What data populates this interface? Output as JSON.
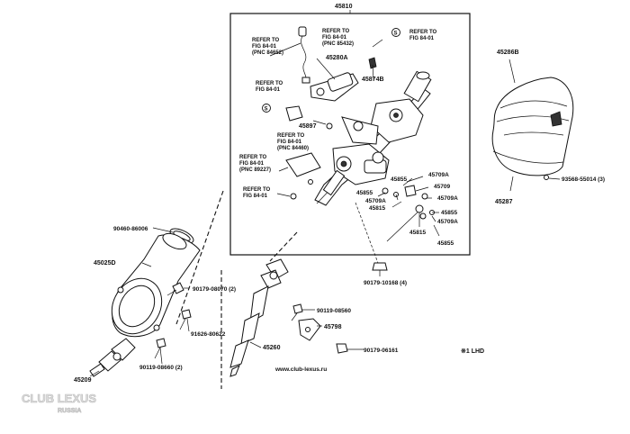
{
  "main_assembly_number": "45810",
  "note": "※1 LHD",
  "website": "www.club-lexus.ru",
  "watermark": {
    "line1": "CLUB LEXUS",
    "line2": "RUSSIA"
  },
  "refs": {
    "r1": {
      "l1": "REFER TO",
      "l2": "FIG 84-01",
      "l3": "(PNC 84652)"
    },
    "r2": {
      "l1": "REFER TO",
      "l2": "FIG 84-01",
      "l3": "(PNC 85432)"
    },
    "r3": {
      "l1": "S",
      "l2": "REFER TO",
      "l3": "FIG 84-01"
    },
    "r4": {
      "l1": "REFER TO",
      "l2": "FIG 84-01"
    },
    "r5": {
      "l1": "REFER TO",
      "l2": "FIG 84-01",
      "l3": "(PNC 84460)"
    },
    "r6": {
      "l1": "REFER TO",
      "l2": "FIG 84-01",
      "l3": "(PNC 89227)"
    },
    "r7": {
      "l1": "REFER TO",
      "l2": "FIG 84-01"
    }
  },
  "labels": {
    "p45280A": "45280A",
    "p45874B": "45874B",
    "p45897": "45897",
    "p45286B": "45286B",
    "p45287": "45287",
    "p93568": "93568-55014 (3)",
    "p45855a": "45855",
    "p45709Aa": "45709A",
    "p45709": "45709",
    "p45855b": "45855",
    "p45709Ab": "45709A",
    "p45709Ac": "45709A",
    "p45815a": "45815",
    "p45855c": "45855",
    "p45709Ad": "45709A",
    "p45815b": "45815",
    "p45855d": "45855",
    "p90179_10168": "90179-10168 (4)",
    "p90460": "90460-86006",
    "p45025D": "45025D",
    "p90179_08070": "90179-08070 (2)",
    "p91626": "91626-80622",
    "p90119_08660": "90119-08660 (2)",
    "p45209": "45209",
    "p90119_08560": "90119-08560",
    "p45798": "45798",
    "p45260": "45260",
    "p90179_06161": "90179-06161"
  },
  "colors": {
    "ink": "#111111",
    "paper": "#ffffff",
    "watermark": "#dddddd"
  }
}
